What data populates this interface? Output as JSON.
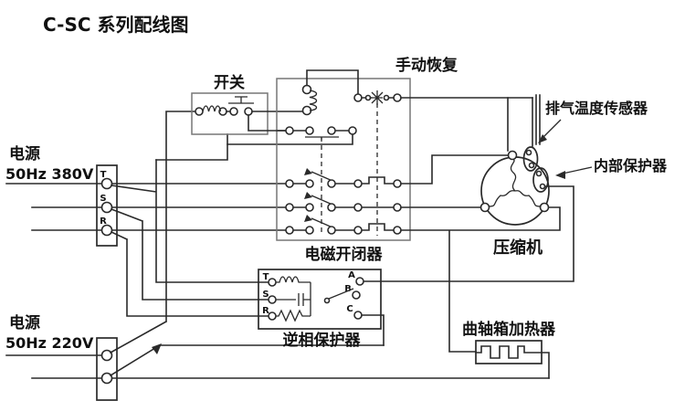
{
  "title": "C-SC 系列配线图",
  "labels": {
    "switch": "开关",
    "manual_reset": "手动恢复",
    "discharge_sensor": "排气温度传感器",
    "internal_protector": "内部保护器",
    "contactor": "电磁开闭器",
    "compressor": "压缩机",
    "phase_protector": "逆相保护器",
    "crankcase_heater": "曲轴箱加热器"
  },
  "power_380": {
    "line1": "电源",
    "line2": "50Hz 380V",
    "terminals": [
      "T",
      "S",
      "R"
    ]
  },
  "power_220": {
    "line1": "电源",
    "line2": "50Hz 220V"
  },
  "phase_protector_terminals": {
    "inputs": [
      "T",
      "S",
      "R"
    ],
    "outputs": [
      "A",
      "B",
      "C"
    ]
  },
  "colors": {
    "line": "#2a2a2a",
    "box_grey": "#777777",
    "background": "#ffffff",
    "text": "#111111"
  }
}
